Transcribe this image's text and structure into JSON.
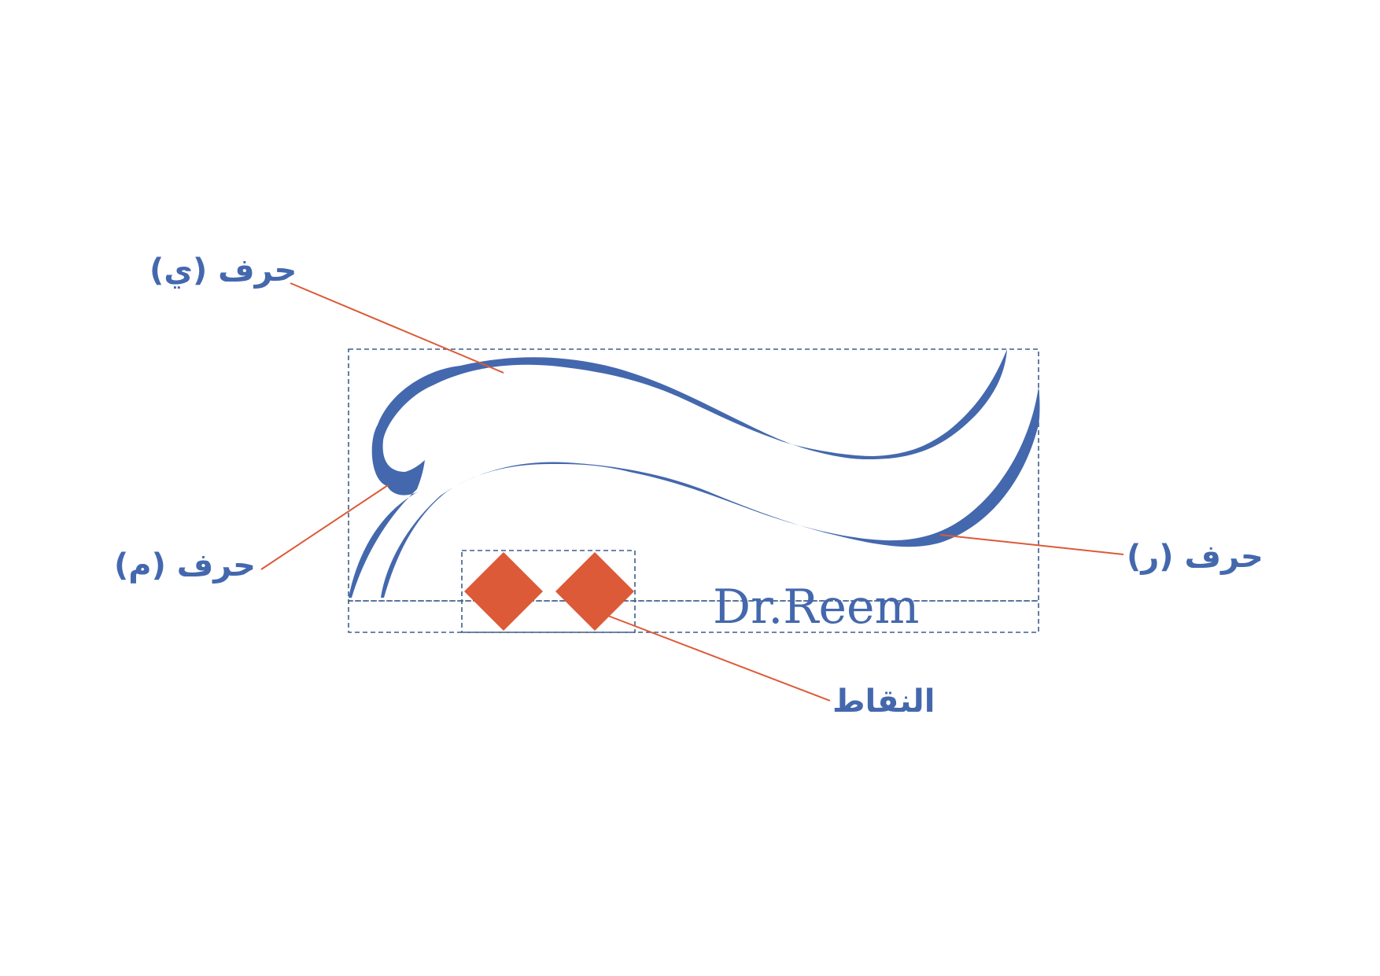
{
  "colors": {
    "primary_blue": "#4468ad",
    "accent_orange": "#dc5a37",
    "guide_line": "#3d5f8a",
    "background": "#ffffff"
  },
  "logo": {
    "wordmark": "Dr.Reem"
  },
  "callouts": {
    "ya": "حرف (ي)",
    "mim": "حرف (م)",
    "ra": "حرف (ر)",
    "dots": "النقاط"
  }
}
